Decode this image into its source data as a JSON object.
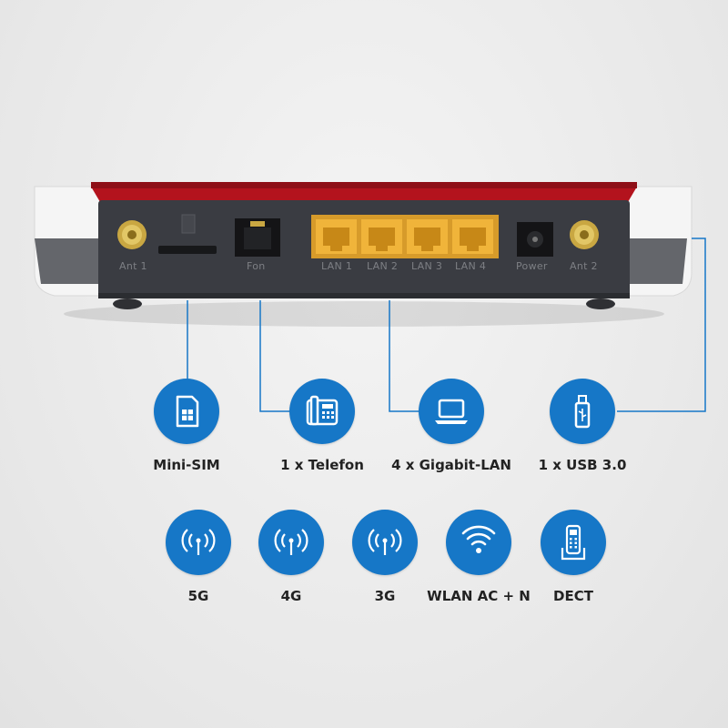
{
  "router": {
    "ports": [
      {
        "key": "ant1",
        "label": "Ant 1"
      },
      {
        "key": "fon",
        "label": "Fon"
      },
      {
        "key": "lan1",
        "label": "LAN 1"
      },
      {
        "key": "lan2",
        "label": "LAN 2"
      },
      {
        "key": "lan3",
        "label": "LAN 3"
      },
      {
        "key": "lan4",
        "label": "LAN 4"
      },
      {
        "key": "power",
        "label": "Power"
      },
      {
        "key": "ant2",
        "label": "Ant 2"
      }
    ]
  },
  "features_top": [
    {
      "icon": "sim-card-icon",
      "label": "Mini-SIM"
    },
    {
      "icon": "telephone-icon",
      "label": "1 x Telefon"
    },
    {
      "icon": "laptop-icon",
      "label": "4 x Gigabit-LAN"
    },
    {
      "icon": "usb-stick-icon",
      "label": "1 x USB 3.0"
    }
  ],
  "features_bottom": [
    {
      "icon": "antenna-signal-icon",
      "label": "5G"
    },
    {
      "icon": "antenna-signal-icon",
      "label": "4G"
    },
    {
      "icon": "antenna-signal-icon",
      "label": "3G"
    },
    {
      "icon": "wifi-icon",
      "label": "WLAN AC + N"
    },
    {
      "icon": "dect-phone-icon",
      "label": "DECT"
    }
  ],
  "colors": {
    "accent": "#1677c7",
    "router_red": "#b3131d",
    "router_body": "#3a3c42",
    "port_yellow": "#f0b43a"
  }
}
